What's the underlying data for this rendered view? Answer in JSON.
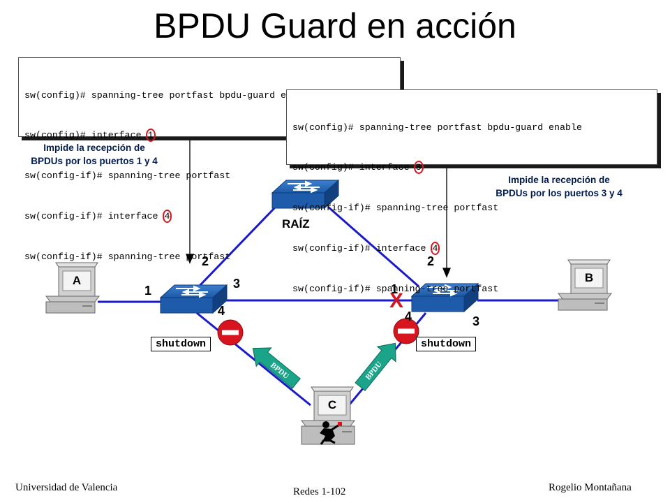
{
  "title": "BPDU Guard en acción",
  "config_left": {
    "lines": [
      {
        "pre": "sw(config)# spanning-tree portfast bpdu-guard enable",
        "ring": "",
        "post": ""
      },
      {
        "pre": "sw(config)# interface ",
        "ring": "1",
        "post": ""
      },
      {
        "pre": "sw(config-if)# spanning-tree portfast",
        "ring": "",
        "post": ""
      },
      {
        "pre": "sw(config-if)# interface ",
        "ring": "4",
        "post": ""
      },
      {
        "pre": "sw(config-if)# spanning-tree portfast",
        "ring": "",
        "post": ""
      }
    ]
  },
  "config_right": {
    "lines": [
      {
        "pre": "sw(config)# spanning-tree portfast bpdu-guard enable",
        "ring": "",
        "post": ""
      },
      {
        "pre": "sw(config)# interface ",
        "ring": "3",
        "post": ""
      },
      {
        "pre": "sw(config-if)# spanning-tree portfast",
        "ring": "",
        "post": ""
      },
      {
        "pre": "sw(config-if)# interface ",
        "ring": "4",
        "post": ""
      },
      {
        "pre": "sw(config-if)# spanning-tree portfast",
        "ring": "",
        "post": ""
      }
    ]
  },
  "note_left": {
    "line1": "Impide la recepción de",
    "line2": "BPDUs por los puertos 1 y 4"
  },
  "note_right": {
    "line1": "Impide la recepción de",
    "line2": "BPDUs por los puertos 3 y 4"
  },
  "root_label": "RAÍZ",
  "ports": {
    "left_up": "2",
    "left_side": "1",
    "left_right": "3",
    "left_down": "4",
    "right_up": "2",
    "right_side": "1",
    "right_down": "4",
    "right_right": "3"
  },
  "hosts": {
    "a": "A",
    "b": "B",
    "c": "C"
  },
  "shutdown_label": "shutdown",
  "blocked_mark": "X",
  "bpdu_label": "BPDU",
  "footer": {
    "left": "Universidad de Valencia",
    "center": "Redes 1-102",
    "right": "Rogelio Montañana"
  },
  "colors": {
    "link": "#1a1acd",
    "switch": "#1f5aa8",
    "ring": "#d8141f",
    "stop": "#d8141f",
    "bpdu_arrow": "#1aa58a"
  },
  "icons": [
    "switch-icon",
    "computer-icon",
    "no-entry-icon",
    "hacker-icon",
    "bpdu-arrow-icon"
  ]
}
